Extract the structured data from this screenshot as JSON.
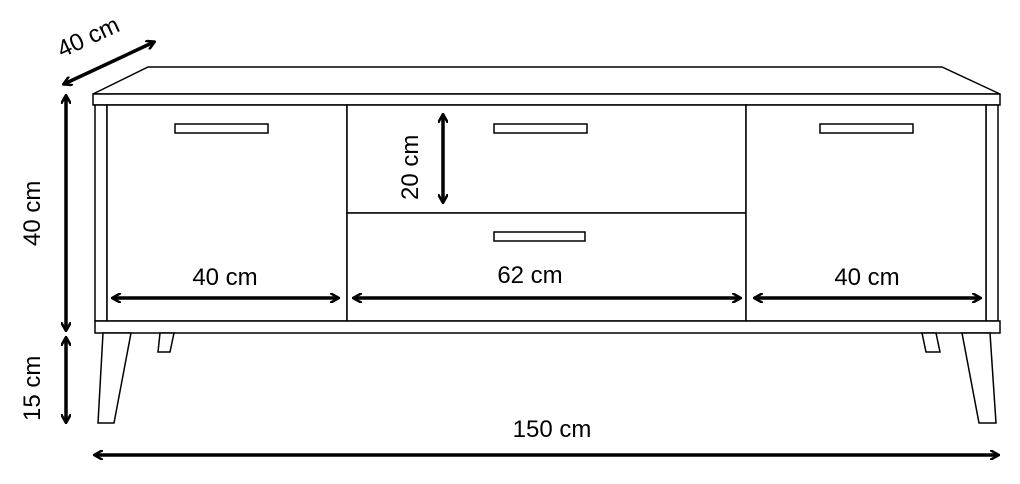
{
  "colors": {
    "line": "#000000",
    "background": "#ffffff"
  },
  "dimensions": {
    "depth": "40 cm",
    "body_height": "40 cm",
    "leg_height": "15 cm",
    "drawer_height": "20 cm",
    "left_door_width": "40 cm",
    "middle_width": "62 cm",
    "right_door_width": "40 cm",
    "total_width": "150 cm"
  }
}
